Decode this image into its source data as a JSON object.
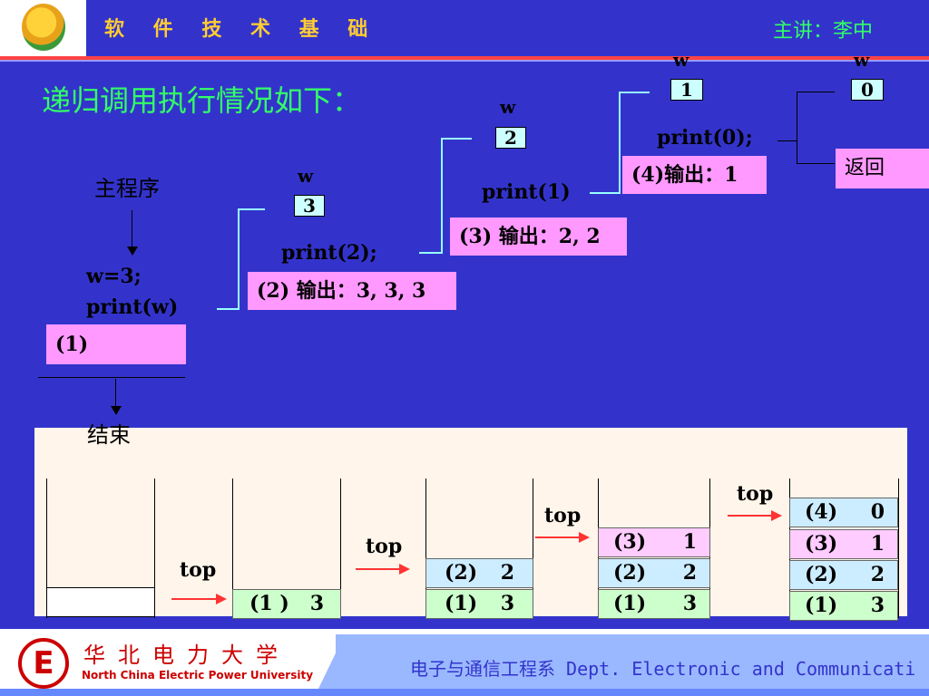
{
  "header": {
    "course_title": "软 件 技 术 基 础",
    "lecturer": "主讲：李中"
  },
  "slide": {
    "title": "递归调用执行情况如下："
  },
  "diagram": {
    "main_label": "主程序",
    "main_code_line1": "w=3;",
    "main_code_line2": "print(w)",
    "main_pink": "(1)",
    "end_label": "结束",
    "w_label": "w",
    "frames": [
      {
        "w": "3",
        "call": "print(2);",
        "output": "(2) 输出：3, 3, 3"
      },
      {
        "w": "2",
        "call": "print(1)",
        "output": "(3) 输出：2, 2"
      },
      {
        "w": "1",
        "call": "print(0);",
        "output": "(4)输出：1"
      },
      {
        "w": "0",
        "call": "",
        "output": "返回"
      }
    ]
  },
  "stacks": {
    "top_label": "top",
    "s2": [
      {
        "tag": "(1 )",
        "val": "3"
      }
    ],
    "s3": [
      {
        "tag": "(2)",
        "val": "2"
      },
      {
        "tag": "(1)",
        "val": "3"
      }
    ],
    "s4": [
      {
        "tag": "(3)",
        "val": "1"
      },
      {
        "tag": "(2)",
        "val": "2"
      },
      {
        "tag": "(1)",
        "val": "3"
      }
    ],
    "s5": [
      {
        "tag": "(4)",
        "val": "0"
      },
      {
        "tag": "(3)",
        "val": "1"
      },
      {
        "tag": "(2)",
        "val": "2"
      },
      {
        "tag": "(1)",
        "val": "3"
      }
    ]
  },
  "footer": {
    "university_cn": "华北电力大学",
    "university_en": "North China Electric Power University",
    "department": "电子与通信工程系  Dept. Electronic and Communicati"
  }
}
